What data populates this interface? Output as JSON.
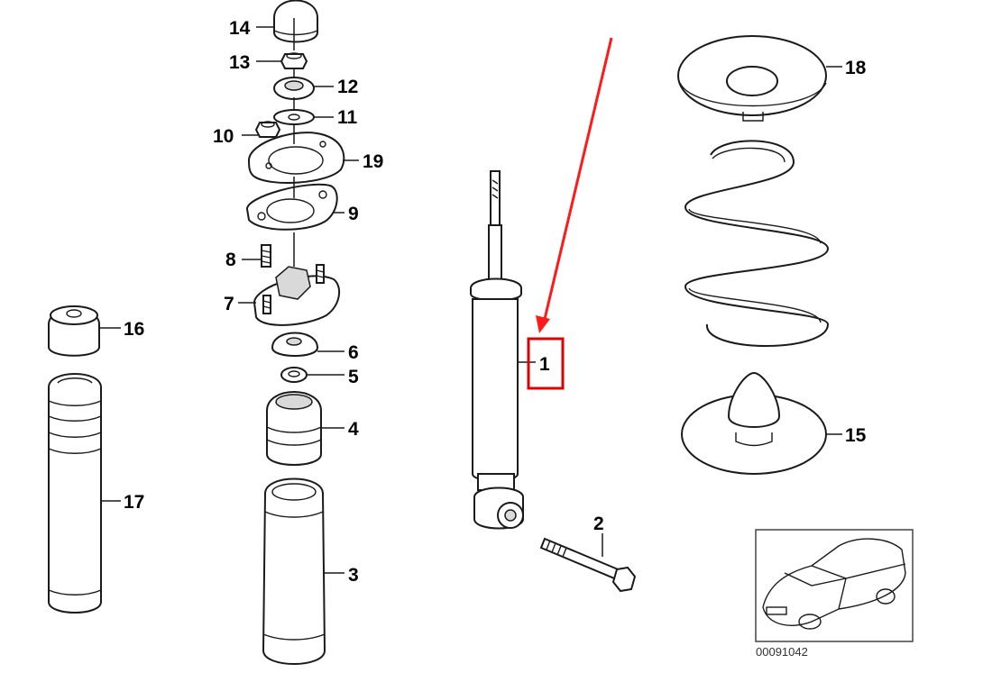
{
  "callouts": [
    "1",
    "2",
    "3",
    "4",
    "5",
    "6",
    "7",
    "8",
    "9",
    "10",
    "11",
    "12",
    "13",
    "14",
    "15",
    "16",
    "17",
    "18",
    "19"
  ],
  "highlighted": "1",
  "highlight_color": "#e00000",
  "arrow_color": "#ff1a1a",
  "inset_code": "00091042"
}
